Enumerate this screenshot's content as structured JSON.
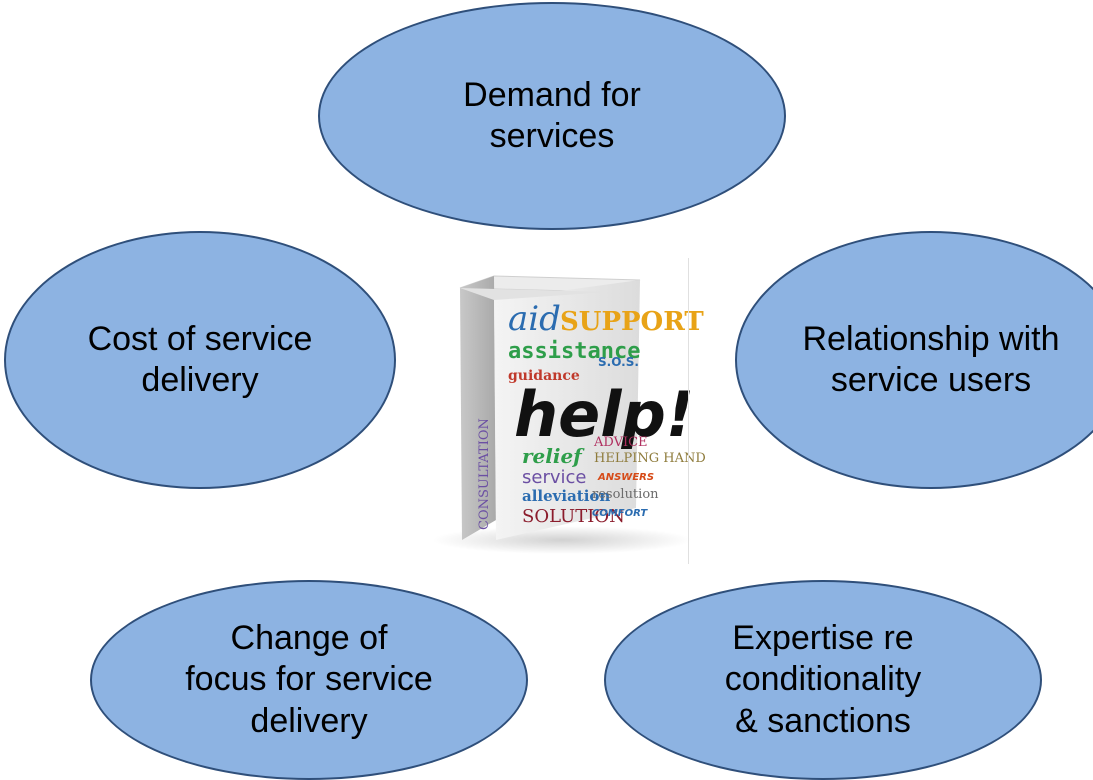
{
  "nodes": [
    {
      "id": "e1",
      "label": "Demand for\nservices"
    },
    {
      "id": "e2",
      "label": "Cost of service\ndelivery"
    },
    {
      "id": "e3",
      "label": "Relationship with\nservice users"
    },
    {
      "id": "e4",
      "label": "Change of\nfocus for service\ndelivery"
    },
    {
      "id": "e5",
      "label": "Expertise re\nconditionality\n& sanctions"
    }
  ],
  "center_image": {
    "description_icon": "help-product-box-icon",
    "words": [
      "aid",
      "SUPPORT",
      "assistance",
      "guidance",
      "help!",
      "ADVICE",
      "relief",
      "HELPING HAND",
      "service",
      "ANSWERS",
      "alleviation",
      "resolution",
      "SOLUTION",
      "COMFORT",
      "CONSULTATION",
      "S.O.S."
    ]
  },
  "colors": {
    "ellipse_fill": "#8db3e2",
    "ellipse_stroke": "#2f4f7a"
  }
}
